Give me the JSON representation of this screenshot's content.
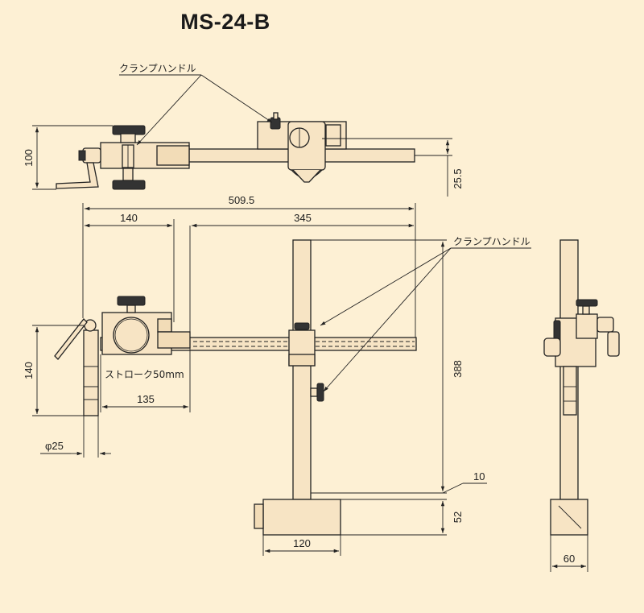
{
  "title": "MS-24-B",
  "labels": {
    "clamp_handle_top": "クランプハンドル",
    "clamp_handle_side": "クランプハンドル",
    "stroke": "ストローク50mm"
  },
  "dimensions": {
    "top_height": "100",
    "top_offset": "25.5",
    "overall_length": "509.5",
    "left_length": "140",
    "right_length": "345",
    "holder_height": "140",
    "stroke_length": "135",
    "diameter": "φ25",
    "pillar_height": "388",
    "gap": "10",
    "base_height": "52",
    "base_width": "120",
    "side_width": "60"
  },
  "colors": {
    "background": "#fdf0d4",
    "part_fill": "#f7e4c4",
    "line": "#222222"
  }
}
